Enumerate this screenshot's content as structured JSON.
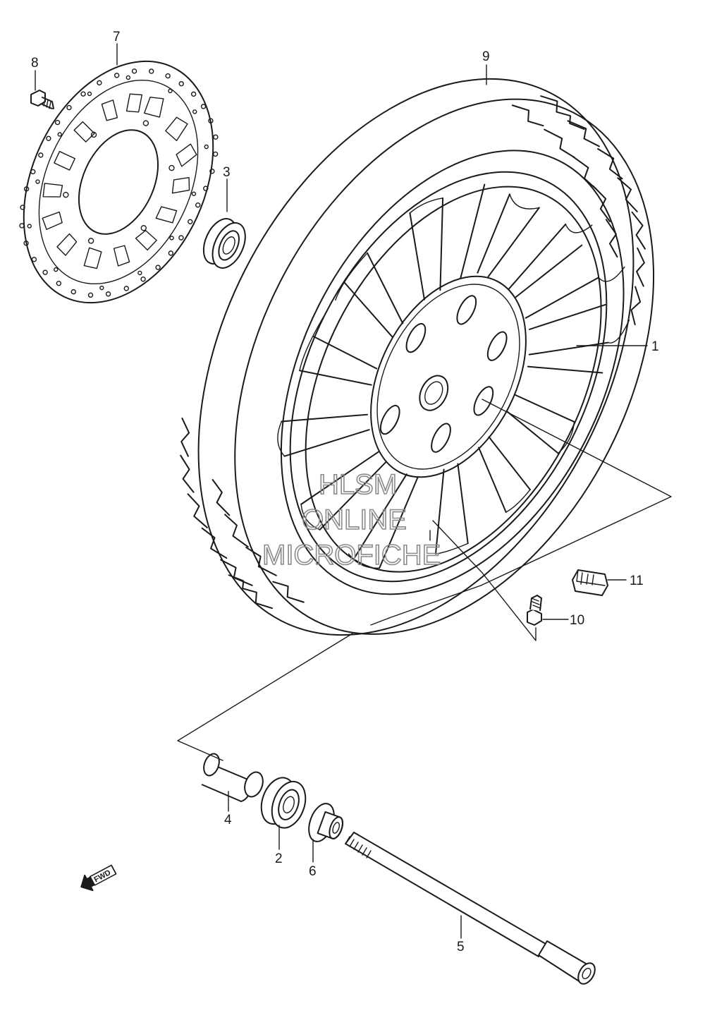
{
  "watermark": {
    "line1": "HLSM",
    "line2": "ONLINE",
    "line3": "MICROFICHE"
  },
  "fwd_badge": {
    "label": "FWD",
    "icon": "fwd-arrow-icon"
  },
  "callouts": [
    {
      "id": "1",
      "label": "1"
    },
    {
      "id": "2",
      "label": "2"
    },
    {
      "id": "3",
      "label": "3"
    },
    {
      "id": "4",
      "label": "4"
    },
    {
      "id": "5",
      "label": "5"
    },
    {
      "id": "6",
      "label": "6"
    },
    {
      "id": "7",
      "label": "7"
    },
    {
      "id": "8",
      "label": "8"
    },
    {
      "id": "9",
      "label": "9"
    },
    {
      "id": "10",
      "label": "10"
    },
    {
      "id": "11",
      "label": "11"
    }
  ],
  "colors": {
    "line": "#1a1a1a",
    "watermark": "#8a8a8a",
    "background": "#ffffff"
  }
}
